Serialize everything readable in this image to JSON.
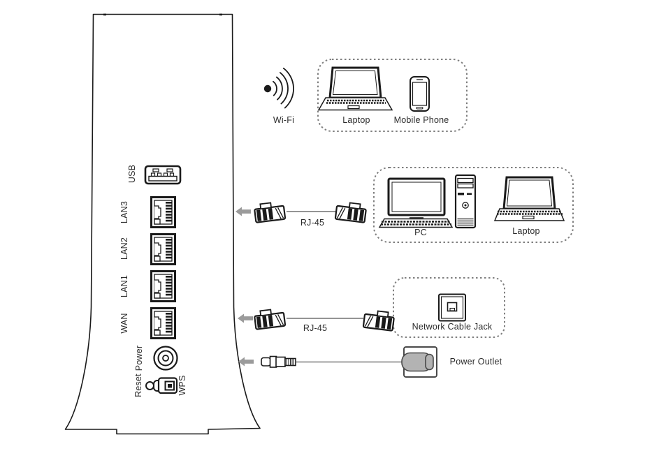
{
  "colors": {
    "line": "#1a1a1a",
    "arrow": "#9b9b9b",
    "dashed_border": "#7f7f7f",
    "adapter_fill": "#b3b3b3"
  },
  "router_panel": {
    "ports": [
      {
        "label": "USB"
      },
      {
        "label": "LAN3"
      },
      {
        "label": "LAN2"
      },
      {
        "label": "LAN1"
      },
      {
        "label": "WAN"
      },
      {
        "label": "Power"
      },
      {
        "label": "Reset"
      },
      {
        "label": "WPS"
      }
    ]
  },
  "wifi_connection": {
    "label": "Wi-Fi",
    "devices": [
      {
        "label": "Laptop"
      },
      {
        "label": "Mobile Phone"
      }
    ]
  },
  "lan_connection": {
    "cable_label": "RJ-45",
    "devices": [
      {
        "label": "PC"
      },
      {
        "label": "Laptop"
      }
    ]
  },
  "wan_connection": {
    "cable_label": "RJ-45",
    "devices": [
      {
        "label": "Network Cable Jack"
      }
    ]
  },
  "power_connection": {
    "outlet_label": "Power Outlet"
  }
}
